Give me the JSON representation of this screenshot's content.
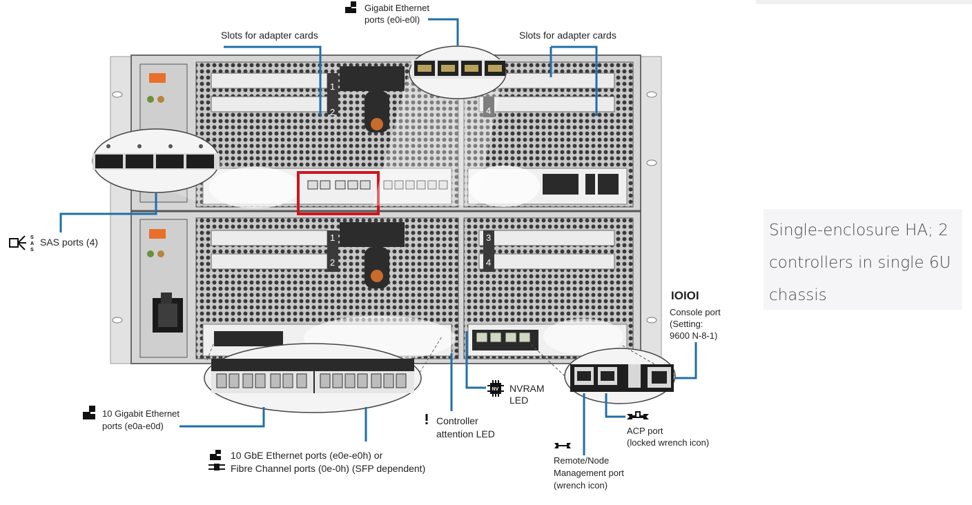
{
  "labels": {
    "gigabit_title": "Gigabit Ethernet",
    "gigabit_ports": "ports (e0i-e0l)",
    "slots_left": "Slots for adapter cards",
    "slots_right": "Slots for adapter cards",
    "sas": "SAS ports (4)",
    "console_icon": "IOIOI",
    "console_line1": "Console port",
    "console_line2": "(Setting:",
    "console_line3": "9600 N-8-1)",
    "nvram_line1": "NVRAM",
    "nvram_line2": "LED",
    "controller_line1": "Controller",
    "controller_line2": "attention LED",
    "acp_line1": "ACP port",
    "acp_line2": "(locked wrench icon)",
    "remote_line1": "Remote/Node",
    "remote_line2": "Management port",
    "remote_line3": "(wrench icon)",
    "tengig_line1": "10 Gigabit Ethernet",
    "tengig_line2": "ports (e0a-e0d)",
    "tengbe_line1": "10 GbE Ethernet ports (e0e-e0h) or",
    "tengbe_line2": "Fibre Channel ports (0e-0h) (SFP dependent)"
  },
  "caption": {
    "line1": "Single-enclosure HA; 2",
    "line2": "controllers in single 6U",
    "line3": "chassis"
  },
  "slot_numbers": {
    "top_left_1": "1",
    "top_left_2": "2",
    "top_right_4": "4",
    "bottom_left_1": "1",
    "bottom_left_2": "2",
    "bottom_right_3": "3",
    "bottom_right_4": "4"
  },
  "colors": {
    "callout": "#1f6fa8",
    "highlight": "#d0141c",
    "chassis": "#d9d9d9",
    "caption_bg": "#f5f5f7"
  }
}
